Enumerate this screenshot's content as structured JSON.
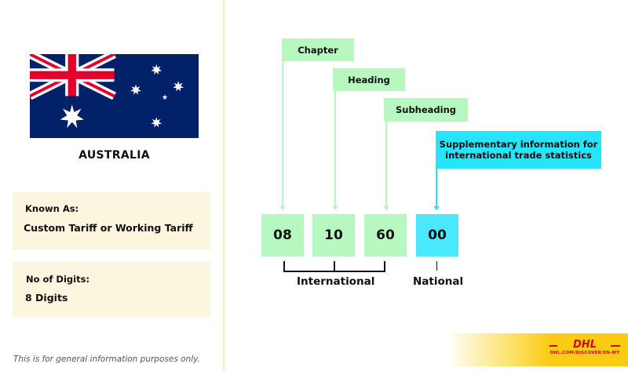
{
  "country": {
    "name": "AUSTRALIA",
    "flag_icon": "australia-flag-icon"
  },
  "info": [
    {
      "label": "Known As:",
      "value": "Custom Tariff or Working Tariff"
    },
    {
      "label": "No of Digits:",
      "value": "8 Digits"
    }
  ],
  "disclaimer": "This is for general information purposes only.",
  "diagram": {
    "labels": {
      "chapter": "Chapter",
      "heading": "Heading",
      "subheading": "Subheading",
      "supplementary_line1": "Supplementary information for",
      "supplementary_line2": "international trade statistics"
    },
    "digits": [
      "08",
      "10",
      "60",
      "00"
    ],
    "groups": {
      "international": "International",
      "national": "National"
    },
    "colors": {
      "green": "#b6f8c0",
      "cyan": "#27e4fc",
      "panel": "#fdf6df",
      "divider": "#fcf0b8"
    }
  },
  "branding": {
    "logo_text": "DHL",
    "url": "DHL.COM/DISCOVER/EN-MY",
    "colors": {
      "yellow": "#fccc10",
      "red": "#d40511"
    }
  }
}
